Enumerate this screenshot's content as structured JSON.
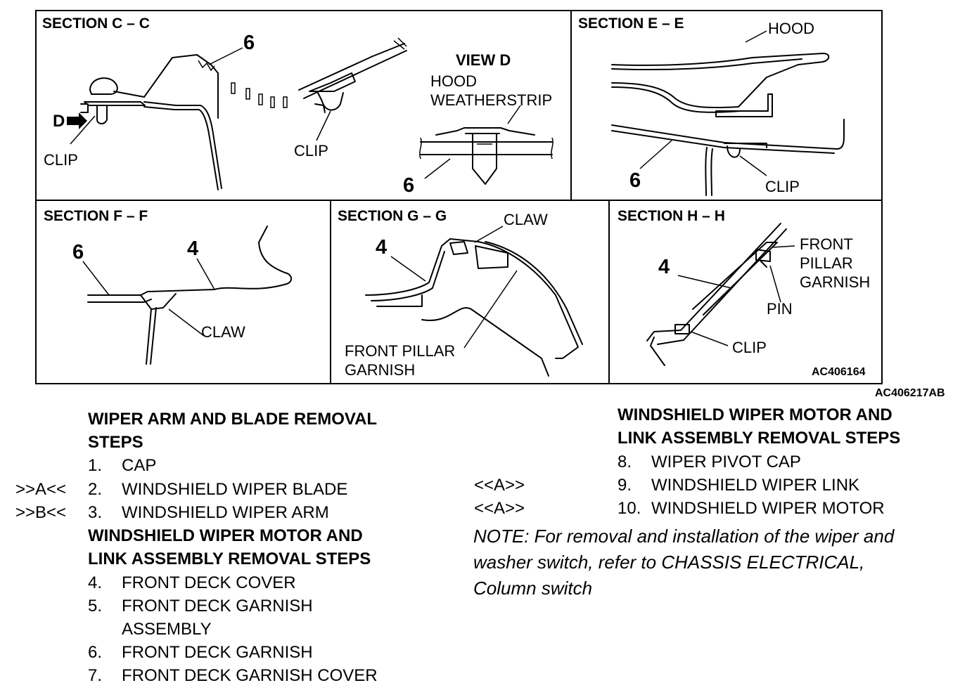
{
  "figure": {
    "code_right": "AC406164",
    "code_bottom": "AC406217AB",
    "sections": {
      "cc": {
        "title": "SECTION C – C",
        "part_num": "6",
        "view_marker": "D",
        "clip_left": "CLIP",
        "clip_right": "CLIP"
      },
      "viewd": {
        "title": "VIEW D",
        "label_line1": "HOOD",
        "label_line2": "WEATHERSTRIP",
        "part_num": "6"
      },
      "ee": {
        "title": "SECTION E – E",
        "hood": "HOOD",
        "part_num": "6",
        "clip": "CLIP"
      },
      "ff": {
        "title": "SECTION F – F",
        "num_a": "6",
        "num_b": "4",
        "claw": "CLAW"
      },
      "gg": {
        "title": "SECTION G – G",
        "num": "4",
        "claw": "CLAW",
        "garnish_line1": "FRONT PILLAR",
        "garnish_line2": "GARNISH"
      },
      "hh": {
        "title": "SECTION H – H",
        "num": "4",
        "garnish_line1": "FRONT",
        "garnish_line2": "PILLAR",
        "garnish_line3": "GARNISH",
        "pin": "PIN",
        "clip": "CLIP"
      }
    }
  },
  "procedure": {
    "wiper": {
      "heading_line1": "WIPER ARM AND BLADE REMOVAL",
      "heading_line2": "STEPS",
      "steps": [
        {
          "marker": "",
          "num": "1.",
          "text": "CAP"
        },
        {
          "marker": ">>A<<",
          "num": "2.",
          "text": "WINDSHIELD WIPER BLADE"
        },
        {
          "marker": ">>B<<",
          "num": "3.",
          "text": "WINDSHIELD WIPER ARM"
        }
      ]
    },
    "motor_left": {
      "heading_line1": "WINDSHIELD WIPER MOTOR AND",
      "heading_line2": "LINK ASSEMBLY REMOVAL STEPS",
      "steps": [
        {
          "num": "4.",
          "text": "FRONT DECK COVER"
        },
        {
          "num": "5.",
          "text": "FRONT DECK GARNISH"
        },
        {
          "num": "",
          "text": "ASSEMBLY"
        },
        {
          "num": "6.",
          "text": "FRONT DECK GARNISH"
        },
        {
          "num": "7.",
          "text": "FRONT DECK GARNISH COVER"
        }
      ]
    },
    "motor_right": {
      "heading_line1": "WINDSHIELD WIPER MOTOR AND",
      "heading_line2": "LINK ASSEMBLY REMOVAL STEPS",
      "steps": [
        {
          "marker": "",
          "num": "8.",
          "text": "WIPER PIVOT CAP"
        },
        {
          "marker": "<<A>>",
          "num": "9.",
          "text": "WINDSHIELD WIPER LINK"
        },
        {
          "marker": "<<A>>",
          "num": "10.",
          "text": "WINDSHIELD WIPER MOTOR"
        }
      ]
    },
    "note": {
      "line1": "NOTE: For removal and installation of the wiper and",
      "line2": "washer switch, refer to  CHASSIS ELECTRICAL,",
      "line3": "Column switch"
    }
  }
}
